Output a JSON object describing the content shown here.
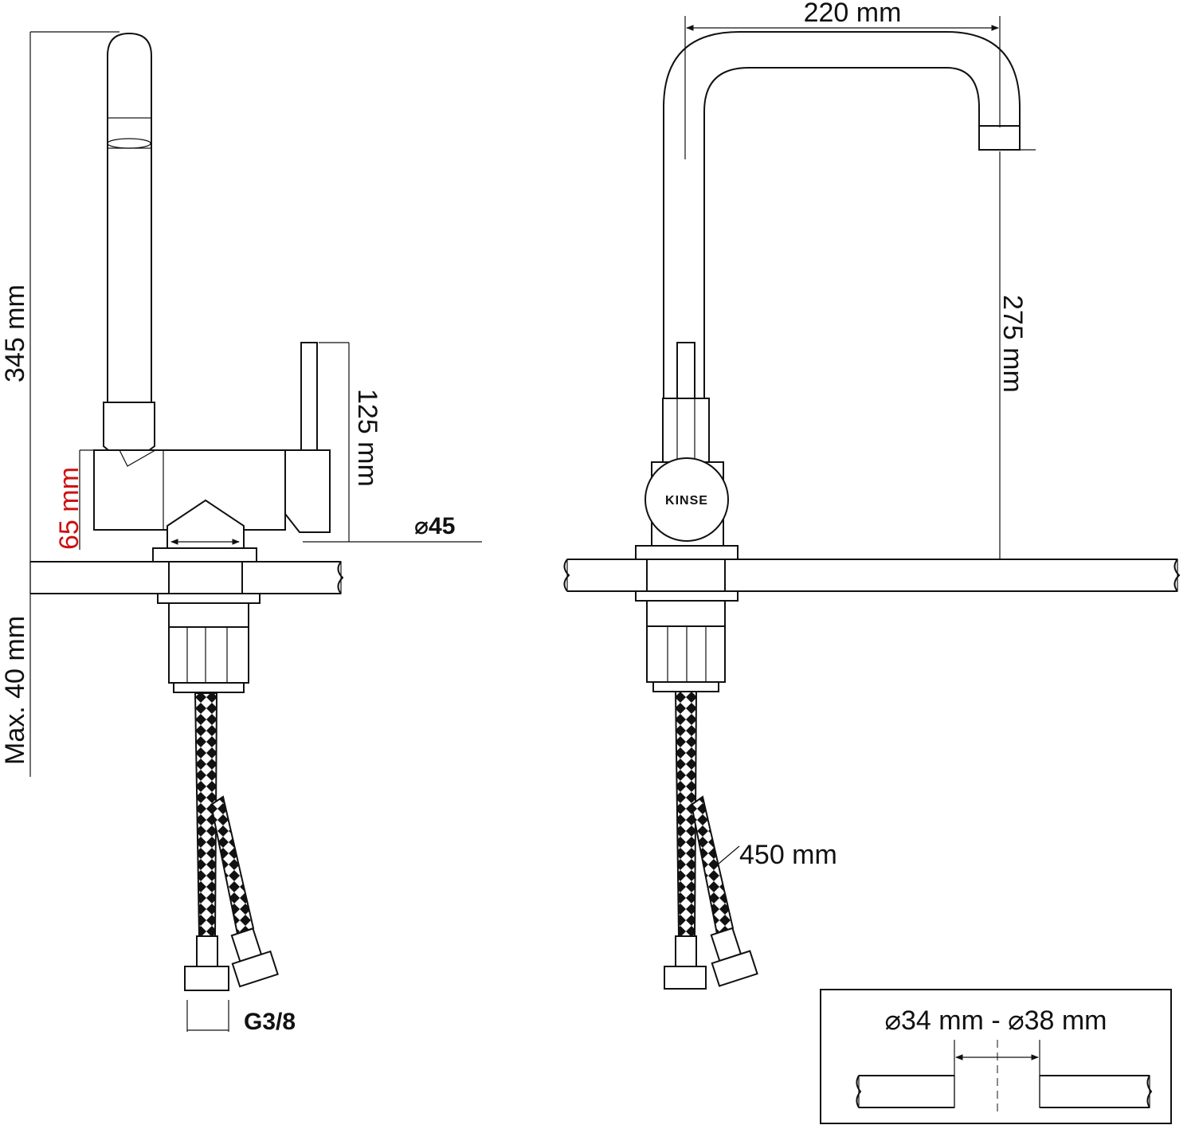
{
  "dimensions": {
    "total_height": "345 mm",
    "lever_height": "125 mm",
    "body_height": "65 mm",
    "base_diameter": "⌀45",
    "max_thickness": "Max. 40 mm",
    "connection": "G3/8",
    "spout_reach": "220 mm",
    "spout_height": "275 mm",
    "hose_length": "450 mm",
    "hole_diameter": "⌀34 mm - ⌀38 mm"
  },
  "brand": {
    "logo": "KINSE"
  },
  "colors": {
    "line": "#111111",
    "highlight": "#cc1111",
    "background": "#ffffff"
  }
}
